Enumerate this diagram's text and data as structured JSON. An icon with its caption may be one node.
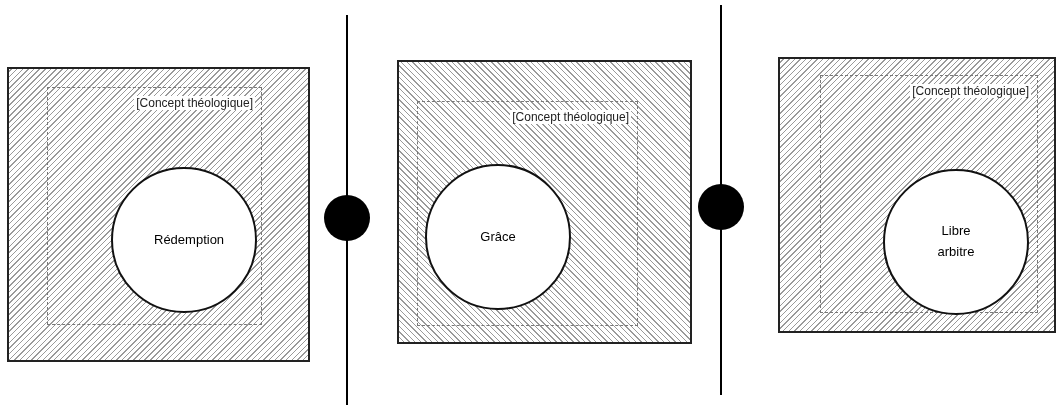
{
  "diagram": {
    "nodes": [
      {
        "text": [],
        "shape": "box"
      },
      {
        "text": [
          "[Concept théologique]"
        ],
        "in": 0
      },
      {
        "text": [
          "Rédemption"
        ],
        "in": 1
      },
      {
        "text": [],
        "shape": "circle"
      },
      {
        "text": [],
        "shape": "box"
      },
      {
        "text": [
          "[Concept théologique]"
        ],
        "in": 4
      },
      {
        "text": [
          "Grâce"
        ],
        "in": 5
      },
      {
        "text": [],
        "shape": "circle"
      },
      {
        "text": [],
        "shape": "box"
      },
      {
        "text": [
          "[Concept théologique]"
        ],
        "in": 8
      },
      {
        "text": [
          "Libre arbitre"
        ],
        "in": 9
      }
    ]
  }
}
